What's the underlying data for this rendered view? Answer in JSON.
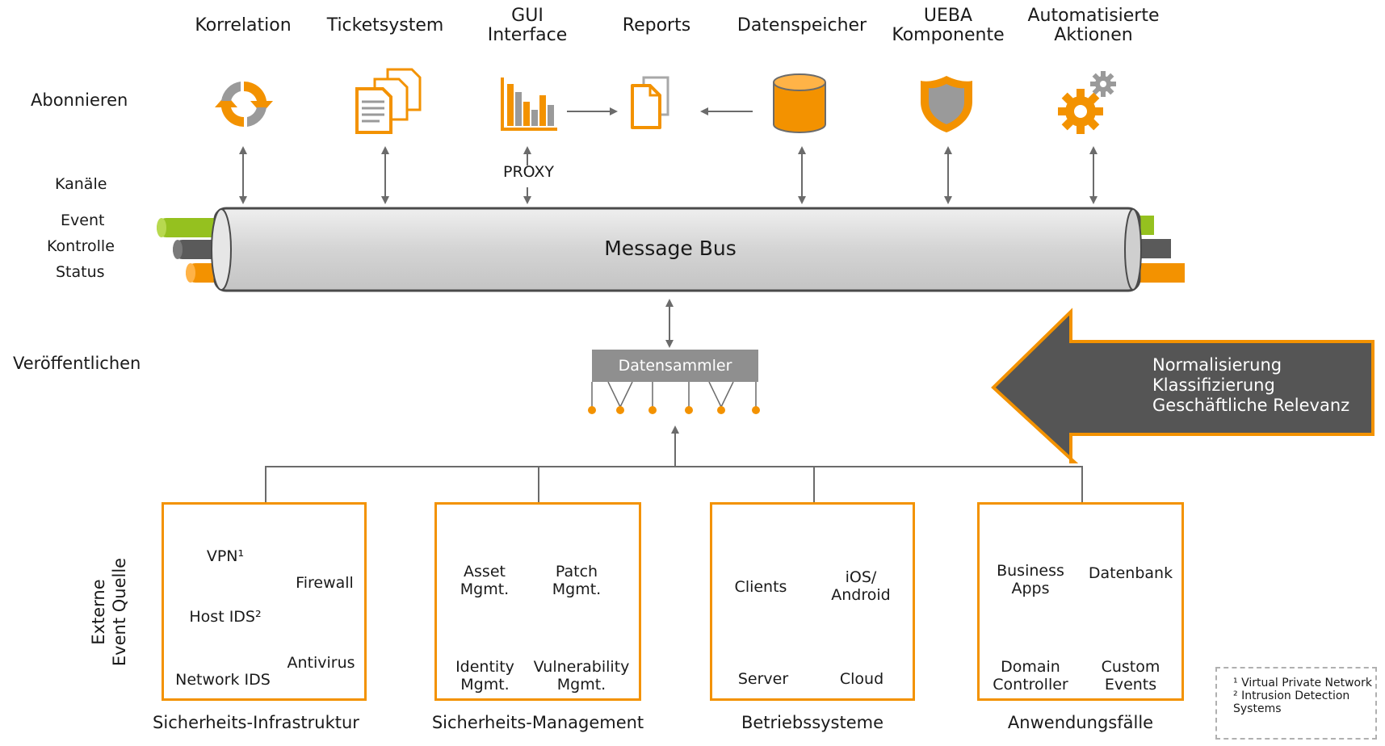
{
  "top_labels": {
    "korrelation": "Korrelation",
    "ticketsystem": "Ticketsystem",
    "gui_1": "GUI",
    "gui_2": "Interface",
    "reports": "Reports",
    "datenspeicher": "Datenspeicher",
    "ueba_1": "UEBA",
    "ueba_2": "Komponente",
    "auto_1": "Automatisierte",
    "auto_2": "Aktionen"
  },
  "left_labels": {
    "abonnieren": "Abonnieren",
    "kanaele": "Kanäle",
    "event": "Event",
    "kontrolle": "Kontrolle",
    "status": "Status",
    "veroeffentlichen": "Veröffentlichen",
    "externe_1": "Externe",
    "externe_2": "Event Quelle"
  },
  "proxy": "PROXY",
  "message_bus": "Message Bus",
  "datensammler": "Datensammler",
  "normalisierung": {
    "line1": "Normalisierung",
    "line2": "Klassifizierung",
    "line3": "Geschäftliche Relevanz"
  },
  "groups": {
    "sicherheits_infrastruktur": {
      "title": "Sicherheits-Infrastruktur",
      "vpn": "VPN¹",
      "host_ids": "Host IDS²",
      "network_ids": "Network IDS",
      "firewall": "Firewall",
      "antivirus": "Antivirus"
    },
    "sicherheits_management": {
      "title": "Sicherheits-Management",
      "asset_1": "Asset",
      "asset_2": "Mgmt.",
      "patch_1": "Patch",
      "patch_2": "Mgmt.",
      "identity_1": "Identity",
      "identity_2": "Mgmt.",
      "vuln_1": "Vulnerability",
      "vuln_2": "Mgmt."
    },
    "betriebssysteme": {
      "title": "Betriebssysteme",
      "clients": "Clients",
      "ios_1": "iOS/",
      "ios_2": "Android",
      "server": "Server",
      "cloud": "Cloud"
    },
    "anwendungsfaelle": {
      "title": "Anwendungsfälle",
      "business_1": "Business",
      "business_2": "Apps",
      "datenbank": "Datenbank",
      "domain_1": "Domain",
      "domain_2": "Controller",
      "custom_1": "Custom",
      "custom_2": "Events"
    }
  },
  "footnote": {
    "line1": "¹ Virtual Private Network",
    "line2": "² Intrusion Detection Systems"
  },
  "colors": {
    "orange": "#f39200",
    "grey": "#8f8f8f",
    "dark_grey": "#5a5a5a",
    "green": "#95c11f",
    "bus": "#d9d9d9"
  },
  "icons": [
    "refresh-icon",
    "documents-icon",
    "bar-chart-icon",
    "document-icon",
    "database-icon",
    "shield-icon",
    "gears-icon",
    "server-icon",
    "folder-server-icon",
    "laptop-icon",
    "phone-icon",
    "cloud-icon",
    "firewall-icon",
    "rack-device-icon"
  ]
}
